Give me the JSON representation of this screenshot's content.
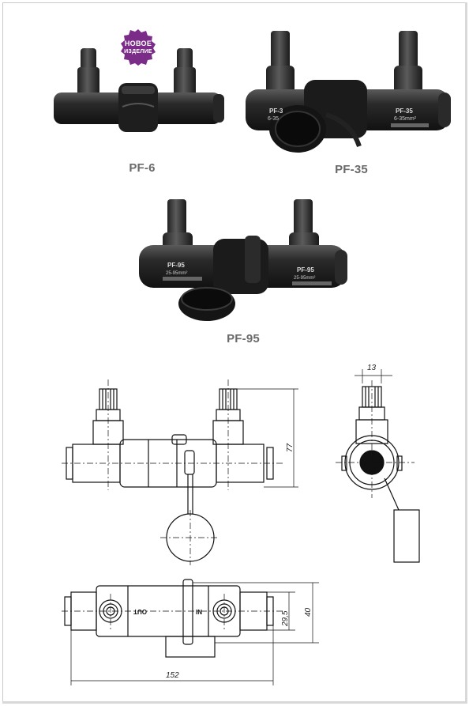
{
  "badge": {
    "line1": "НОВОЕ",
    "line2": "ИЗДЕЛИЕ",
    "color": "#7a2c88"
  },
  "products": [
    {
      "caption": "PF-6"
    },
    {
      "caption": "PF-35",
      "label_left": "PF-3",
      "label_right": "PF-35",
      "range_left": "6-35",
      "range_right": "6-35mm²"
    },
    {
      "caption": "PF-95",
      "label_left": "PF-95",
      "label_right": "PF-95",
      "range_left": "25-95mm²",
      "range_right": "25-95mm²"
    }
  ],
  "drawing": {
    "dim_height": "77",
    "dim_width_side": "13",
    "dim_inner": "29,5",
    "dim_outer": "40",
    "dim_length": "152",
    "mark_out": "OUT",
    "mark_in": "IN"
  }
}
